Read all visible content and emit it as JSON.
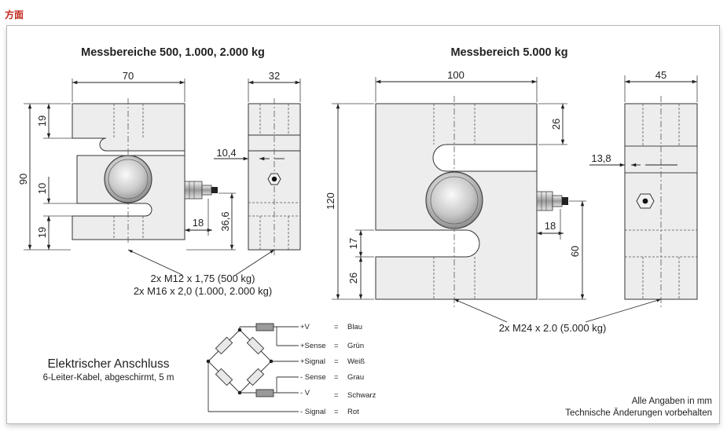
{
  "page": {
    "title": "方面"
  },
  "left": {
    "heading": "Messbereiche 500, 1.000, 2.000 kg",
    "dims": {
      "width": "70",
      "height": "90",
      "top": "19",
      "mid": "10",
      "bottom": "19",
      "offset": "18",
      "conn": "36,6",
      "side_width": "32",
      "side_hole": "10,4"
    },
    "thread_lines": [
      "2x M12 x 1,75 (500 kg)",
      "2x M16 x 2,0 (1.000, 2.000 kg)"
    ]
  },
  "right": {
    "heading": "Messbereich 5.000 kg",
    "dims": {
      "width": "100",
      "height": "120",
      "top": "26",
      "mid": "17",
      "bottom": "26",
      "offset": "18",
      "conn": "60",
      "side_width": "45",
      "side_hole": "13,8"
    },
    "thread_line": "2x M24 x 2.0 (5.000 kg)"
  },
  "electrical": {
    "title": "Elektrischer Anschluss",
    "subtitle": "6-Leiter-Kabel, abgeschirmt, 5 m",
    "wires": [
      {
        "signal": "+V",
        "eq": "=",
        "color": "Blau"
      },
      {
        "signal": "+Sense",
        "eq": "=",
        "color": "Grün"
      },
      {
        "signal": "+Signal",
        "eq": "=",
        "color": "Weiß"
      },
      {
        "signal": "- Sense",
        "eq": "=",
        "color": "Grau"
      },
      {
        "signal": "- V",
        "eq": "=",
        "color": "Schwarz"
      },
      {
        "signal": "- Signal",
        "eq": "=",
        "color": "Rot"
      }
    ]
  },
  "notes": {
    "line1": "Alle Angaben in mm",
    "line2": "Technische Änderungen vorbehalten"
  },
  "colors": {
    "title_red": "#c0281c",
    "body_fill": "#ededed",
    "line": "#333333"
  }
}
